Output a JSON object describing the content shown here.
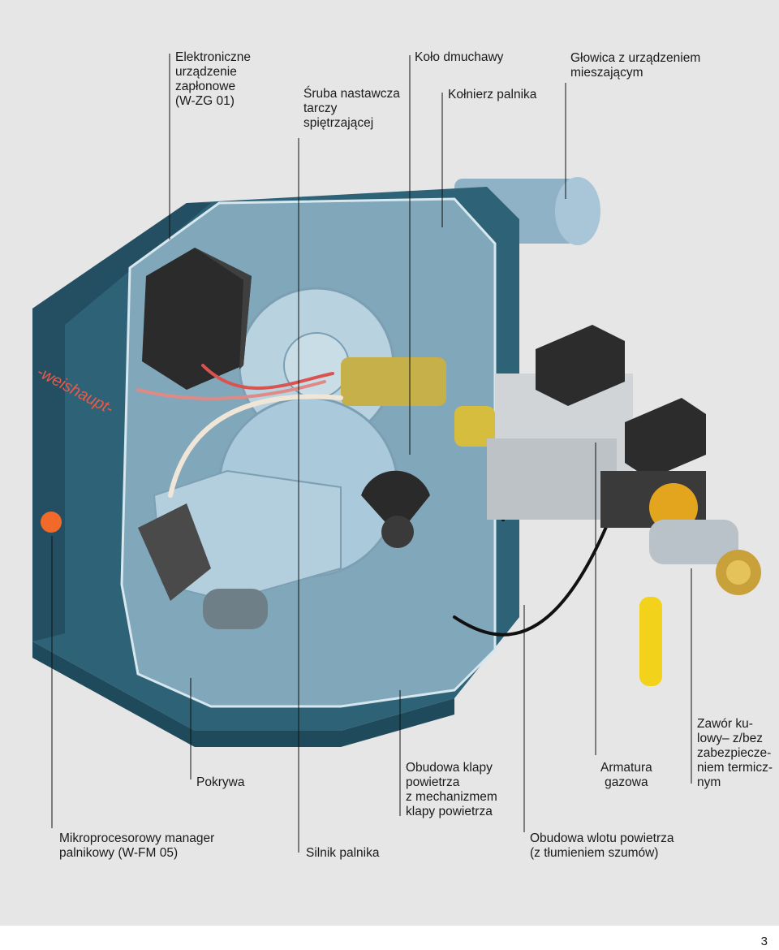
{
  "labels": {
    "ignition_unit": "Elektroniczne\nurządzenie\nzapłonowe\n(W-ZG 01)",
    "adjusting_screw": "Śruba nastawcza\ntarczy\nspiętrzającej",
    "blower_wheel": "Koło dmuchawy",
    "burner_flange": "Kołnierz palnika",
    "mixing_head": "Głowica z urządzeniem\nmieszającym",
    "cover": "Pokrywa",
    "air_damper_housing": "Obudowa klapy\npowietrza\nz mechanizmem\nklapy powietrza",
    "gas_valve": "Armatura\ngazowa",
    "ball_valve": "Zawór ku-\nlowy– z/bez\nzabezpiecze-\nniem termicz-\nnym",
    "manager": "Mikroprocesorowy manager\npalnikowy (W-FM 05)",
    "motor": "Silnik palnika",
    "air_inlet_housing": "Obudowa wlotu powietrza\n(z tłumieniem szumów)"
  },
  "brand": "-weishaupt-",
  "page_number": "3",
  "colors": {
    "panel": "#e6e6e6",
    "housing": "#2e6277",
    "housing_dark": "#1f4a5c",
    "metal": "#a9c6d6",
    "cable_red": "#d9534f",
    "lever": "#f2d21b",
    "lamp": "#f26a2a"
  }
}
